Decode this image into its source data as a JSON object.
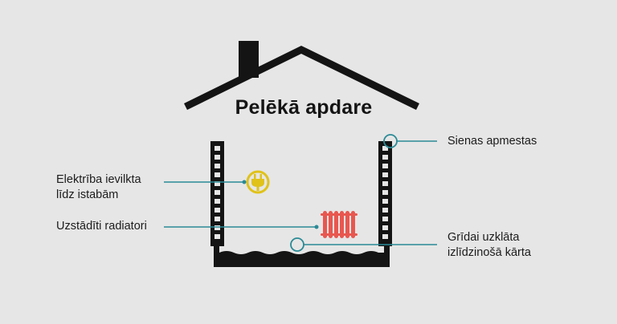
{
  "title": "Pelēkā apdare",
  "labels": {
    "electricity": [
      "Elektrība ievilkta",
      "līdz istabām"
    ],
    "radiators": "Uzstādīti radiatori",
    "walls": "Sienas apmestas",
    "floor": [
      "Grīdai uzklāta",
      "izlīdzinošā kārta"
    ]
  },
  "icons": {
    "electricity": "plug-icon",
    "radiator": "radiator-icon"
  },
  "colors": {
    "background": "#e6e6e6",
    "ink": "#141414",
    "callout": "#2a8a96",
    "plug": "#e0c21a",
    "radiator": "#e8574f"
  }
}
